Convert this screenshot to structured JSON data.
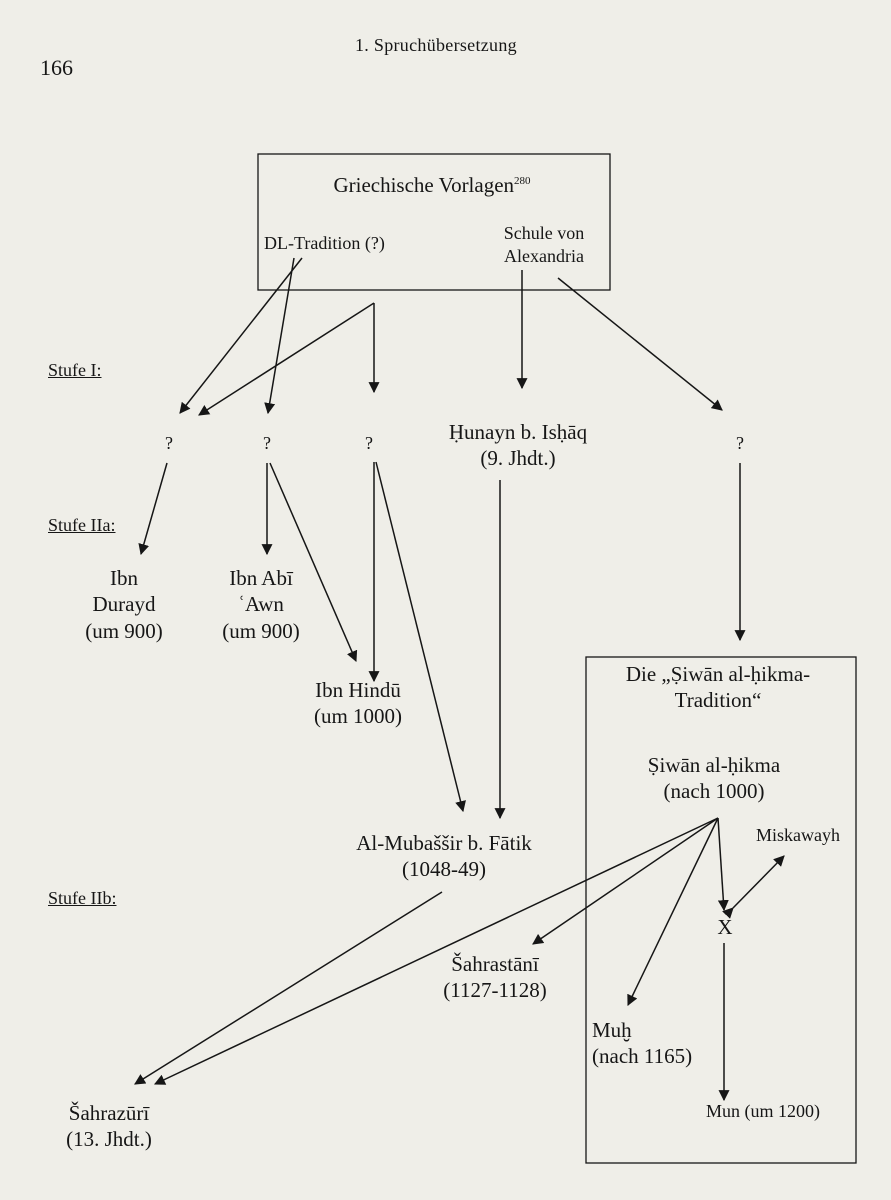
{
  "page": {
    "number": "166",
    "running_head": "1. Spruchübersetzung"
  },
  "diagram": {
    "source_box": {
      "title": "Griechische Vorlagen",
      "footnote": "280",
      "dl_tradition": "DL-Tradition (?)",
      "schule_line1": "Schule von",
      "schule_line2": "Alexandria"
    },
    "stages": {
      "stufe1": "Stufe I:",
      "stufe2a": "Stufe IIa:",
      "stufe2b": "Stufe IIb:"
    },
    "unknown_mark": "?",
    "nodes": {
      "hunayn": {
        "line1": "Ḥunayn b. Isḥāq",
        "line2": "(9. Jhdt.)"
      },
      "ibn_durayd": {
        "line1": "Ibn",
        "line2": "Durayd",
        "line3": "(um 900)"
      },
      "ibn_abi_awn": {
        "line1": "Ibn Abī",
        "line2": "ʿAwn",
        "line3": "(um 900)"
      },
      "ibn_hindu": {
        "line1": "Ibn Hindū",
        "line2": "(um 1000)"
      },
      "mubassir": {
        "line1": "Al-Mubaššir b. Fātik",
        "line2": "(1048-49)"
      },
      "sahrastani": {
        "line1": "Šahrastānī",
        "line2": "(1127-1128)"
      },
      "sahrazuri": {
        "line1": "Šahrazūrī",
        "line2": "(13. Jhdt.)"
      }
    },
    "siwan_box": {
      "title_line1": "Die „Ṣiwān al-ḥikma-",
      "title_line2": "Tradition“",
      "siwan_line1": "Ṣiwān al-ḥikma",
      "siwan_line2": "(nach 1000)",
      "miskawayh": "Miskawayh",
      "x_mark": "X",
      "muh_line1": "Muḫ",
      "muh_line2": "(nach 1165)",
      "mun": "Mun (um 1200)"
    }
  }
}
